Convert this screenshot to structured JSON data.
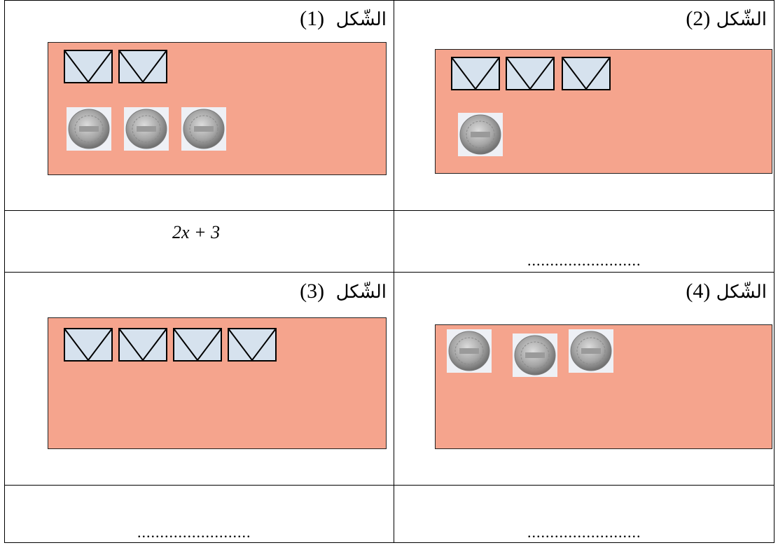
{
  "colors": {
    "panel": "#f5a48d",
    "envelope_fill": "#d6e2ee",
    "border": "#000000"
  },
  "icons": {
    "envelope": "envelope-icon",
    "coin": "coin-icon"
  },
  "figures": [
    {
      "word": "الشّكل",
      "number": "(1)",
      "envelopes": 2,
      "coins": 3,
      "answer": "2x + 3"
    },
    {
      "word": "الشّكل",
      "number": "(2)",
      "envelopes": 3,
      "coins": 1,
      "answer": "........................."
    },
    {
      "word": "الشّكل",
      "number": "(3)",
      "envelopes": 4,
      "coins": 0,
      "answer": "........................."
    },
    {
      "word": "الشّكل",
      "number": "(4)",
      "envelopes": 0,
      "coins": 3,
      "answer": "........................."
    }
  ]
}
